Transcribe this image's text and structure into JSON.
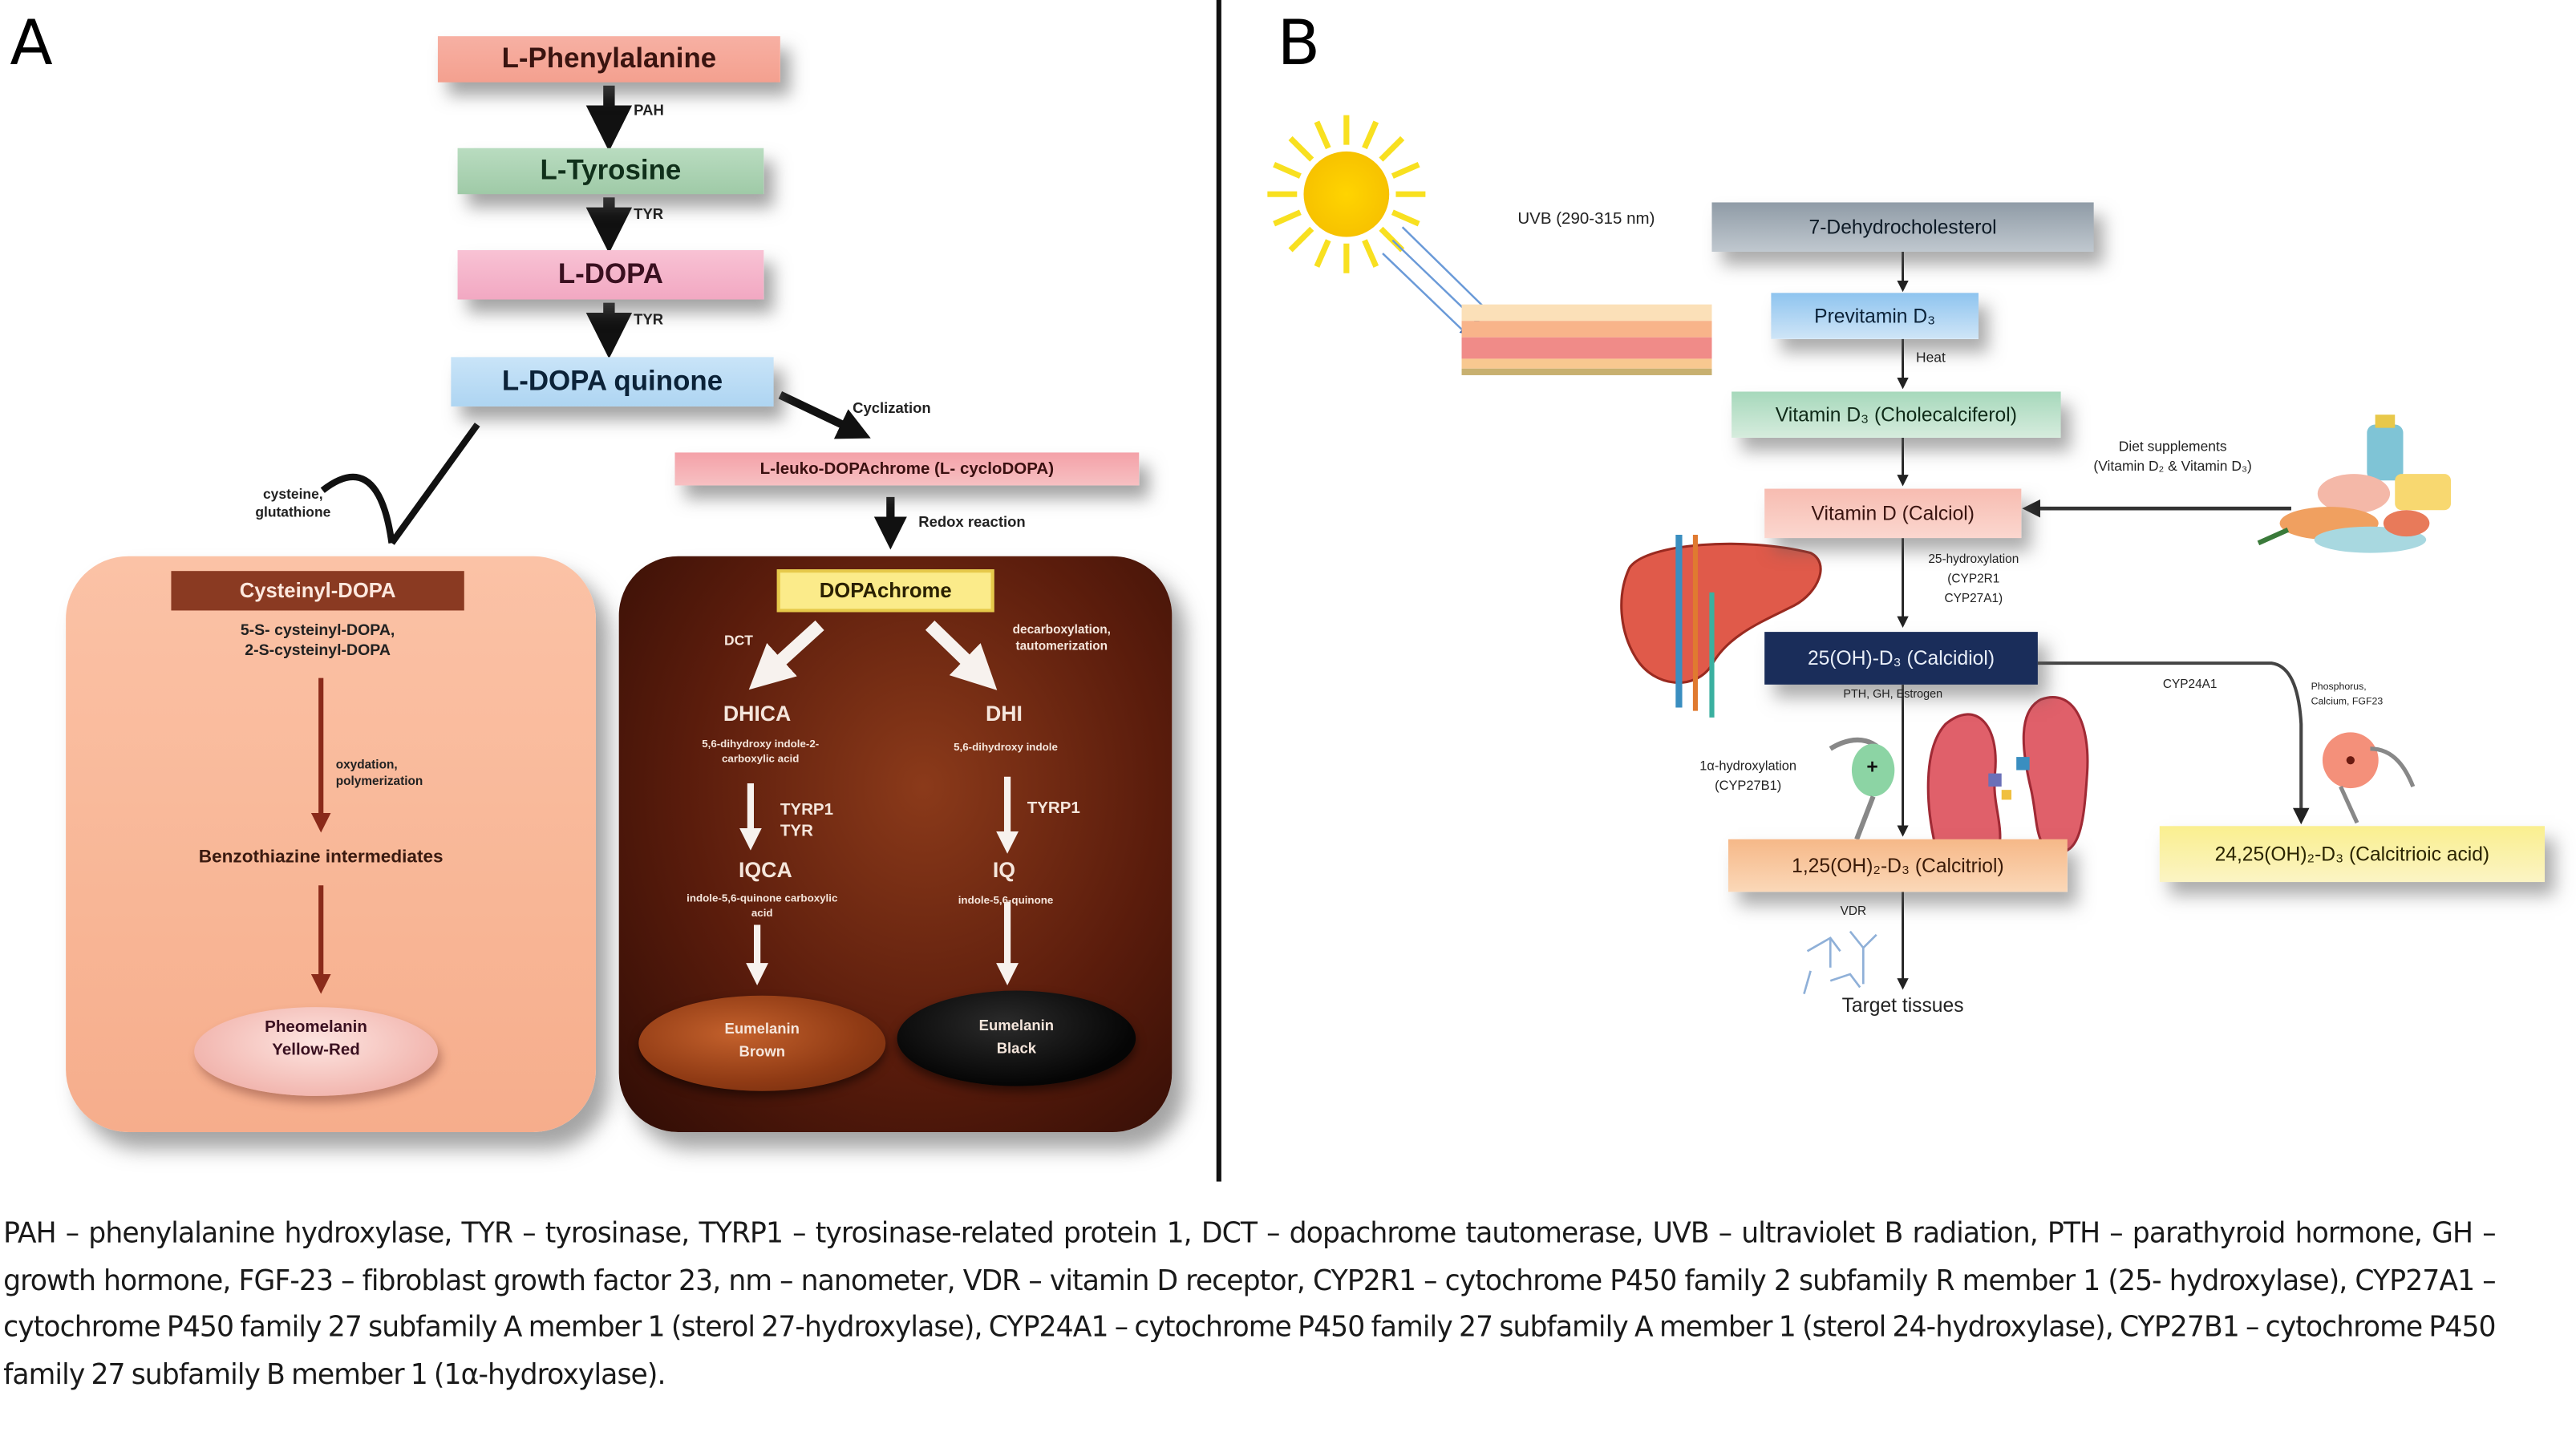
{
  "panels": {
    "a": {
      "letter": "A",
      "nodes": {
        "phenylalanine": "L-Phenylalanine",
        "tyrosine": "L-Tyrosine",
        "dopa": "L-DOPA",
        "dopa_quinone": "L-DOPA quinone",
        "leuko_dopachrome": "L-leuko-DOPAchrome (L- cycloDOPA)",
        "cysteinyl_dopa": "Cysteinyl-DOPA",
        "cysteinyl_isomers": [
          "5-S- cysteinyl-DOPA,",
          "2-S-cysteinyl-DOPA"
        ],
        "benzothiazine": "Benzothiazine intermediates",
        "pheomelanin": [
          "Pheomelanin",
          "Yellow-Red"
        ],
        "dopachrome": "DOPAchrome",
        "dhica": "DHICA",
        "dhica_full": [
          "5,6-dihydroxy indole-2-",
          "carboxylic acid"
        ],
        "dhi": "DHI",
        "dhi_full": "5,6-dihydroxy indole",
        "iqca": "IQCA",
        "iqca_full": [
          "indole-5,6-quinone carboxylic",
          "acid"
        ],
        "iq": "IQ",
        "iq_full": "indole-5,6-quinone",
        "eumelanin_brown": [
          "Eumelanin",
          "Brown"
        ],
        "eumelanin_black": [
          "Eumelanin",
          "Black"
        ]
      },
      "edges": {
        "pah": "PAH",
        "tyr1": "TYR",
        "tyr2": "TYR",
        "cyclization": "Cyclization",
        "cysteine": [
          "cysteine,",
          "glutathione"
        ],
        "redox": "Redox reaction",
        "oxidation": [
          "oxydation,",
          "polymerization"
        ],
        "dct": "DCT",
        "decarboxylation": [
          "decarboxylation,",
          "tautomerization"
        ],
        "tyrp1_tyr": [
          "TYRP1",
          "TYR"
        ],
        "tyrp1": "TYRP1"
      }
    },
    "b": {
      "letter": "B",
      "nodes": {
        "dhc": "7-Dehydrocholesterol",
        "previtamin": "Previtamin D₃",
        "vitamin_d3": "Vitamin D₃ (Cholecalciferol)",
        "calciol": "Vitamin D (Calciol)",
        "calcidiol": "25(OH)-D₃ (Calcidiol)",
        "calcitriol": "1,25(OH)₂-D₃ (Calcitriol)",
        "calcitroic": "24,25(OH)₂-D₃ (Calcitrioic acid)",
        "target": "Target tissues"
      },
      "edges": {
        "uvb": "UVB (290-315 nm)",
        "heat": "Heat",
        "diet": [
          "Diet supplements",
          "(Vitamin D₂ & Vitamin D₃)"
        ],
        "hydroxylation25": [
          "25-hydroxylation",
          "(CYP2R1",
          "CYP27A1)"
        ],
        "regulators": "PTH, GH, Estrogen",
        "hydroxylation1a": [
          "1α-hydroxylation",
          "(CYP27B1)"
        ],
        "cyp24a1": "CYP24A1",
        "phosphorus": [
          "Phosphorus,",
          "Calcium, FGF23"
        ],
        "vdr": "VDR"
      },
      "icons": [
        "sun-icon",
        "skin-layers-icon",
        "food-supplements-icon",
        "liver-icon",
        "kidney-icon",
        "parathyroid-icon",
        "receptor-icon"
      ]
    }
  },
  "colors": {
    "pheomelanin_box": "#f8b696",
    "eumelanin_box": "#5a1c0c",
    "calcidiol_box": "#1a2d5a",
    "calcitroic_box": "#faef8f"
  },
  "caption": "PAH – phenylalanine hydroxylase, TYR – tyrosinase, TYRP1 – tyrosinase-related protein 1, DCT – dopachrome tautomerase, UVB – ultraviolet B radiation, PTH – parathyroid hormone, GH – growth hormone, FGF-23 – fibroblast growth factor 23, nm – nanometer, VDR – vitamin D receptor, CYP2R1 – cytochrome P450 family 2 subfamily R member 1 (25- hydroxylase), CYP27A1 – cytochrome P450 family 27 subfamily A member 1 (sterol 27-hydroxylase), CYP24A1 – cytochrome P450 family 27 subfamily A member 1 (sterol 24-hydroxylase), CYP27B1 – cytochrome P450 family 27 subfamily B member 1 (1α-hydroxylase)."
}
